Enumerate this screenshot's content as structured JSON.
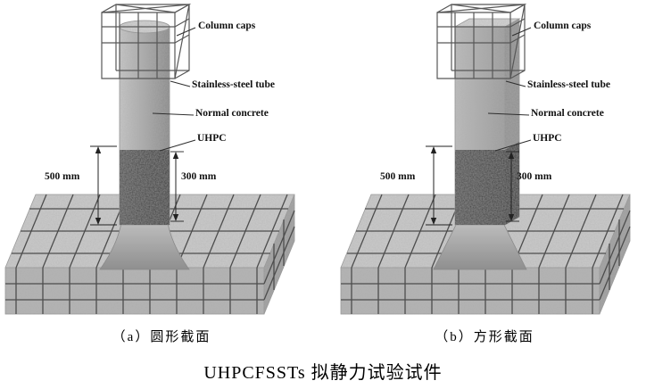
{
  "figure": {
    "title": "UHPCFSSTs 拟静力试验试件",
    "panels": [
      {
        "id": "circular-section",
        "caption": "（a）圆形截面",
        "labels": {
          "column_caps": "Column caps",
          "stainless_steel_tube": "Stainless-steel tube",
          "normal_concrete": "Normal concrete",
          "uhpc": "UHPC"
        },
        "dimensions": {
          "embed_depth": "500 mm",
          "band_height": "300 mm"
        }
      },
      {
        "id": "square-section",
        "caption": "（b）方形截面",
        "labels": {
          "column_caps": "Column caps",
          "stainless_steel_tube": "Stainless-steel tube",
          "normal_concrete": "Normal concrete",
          "uhpc": "UHPC"
        },
        "dimensions": {
          "embed_depth": "500 mm",
          "band_height": "300 mm"
        }
      }
    ]
  },
  "colors": {
    "background": "#ffffff",
    "concrete_light": "#b5b5b5",
    "concrete_mid": "#9d9d9d",
    "uhpc_dark": "#333333",
    "rebar": "#4d4d4d",
    "label_text": "#111111"
  }
}
